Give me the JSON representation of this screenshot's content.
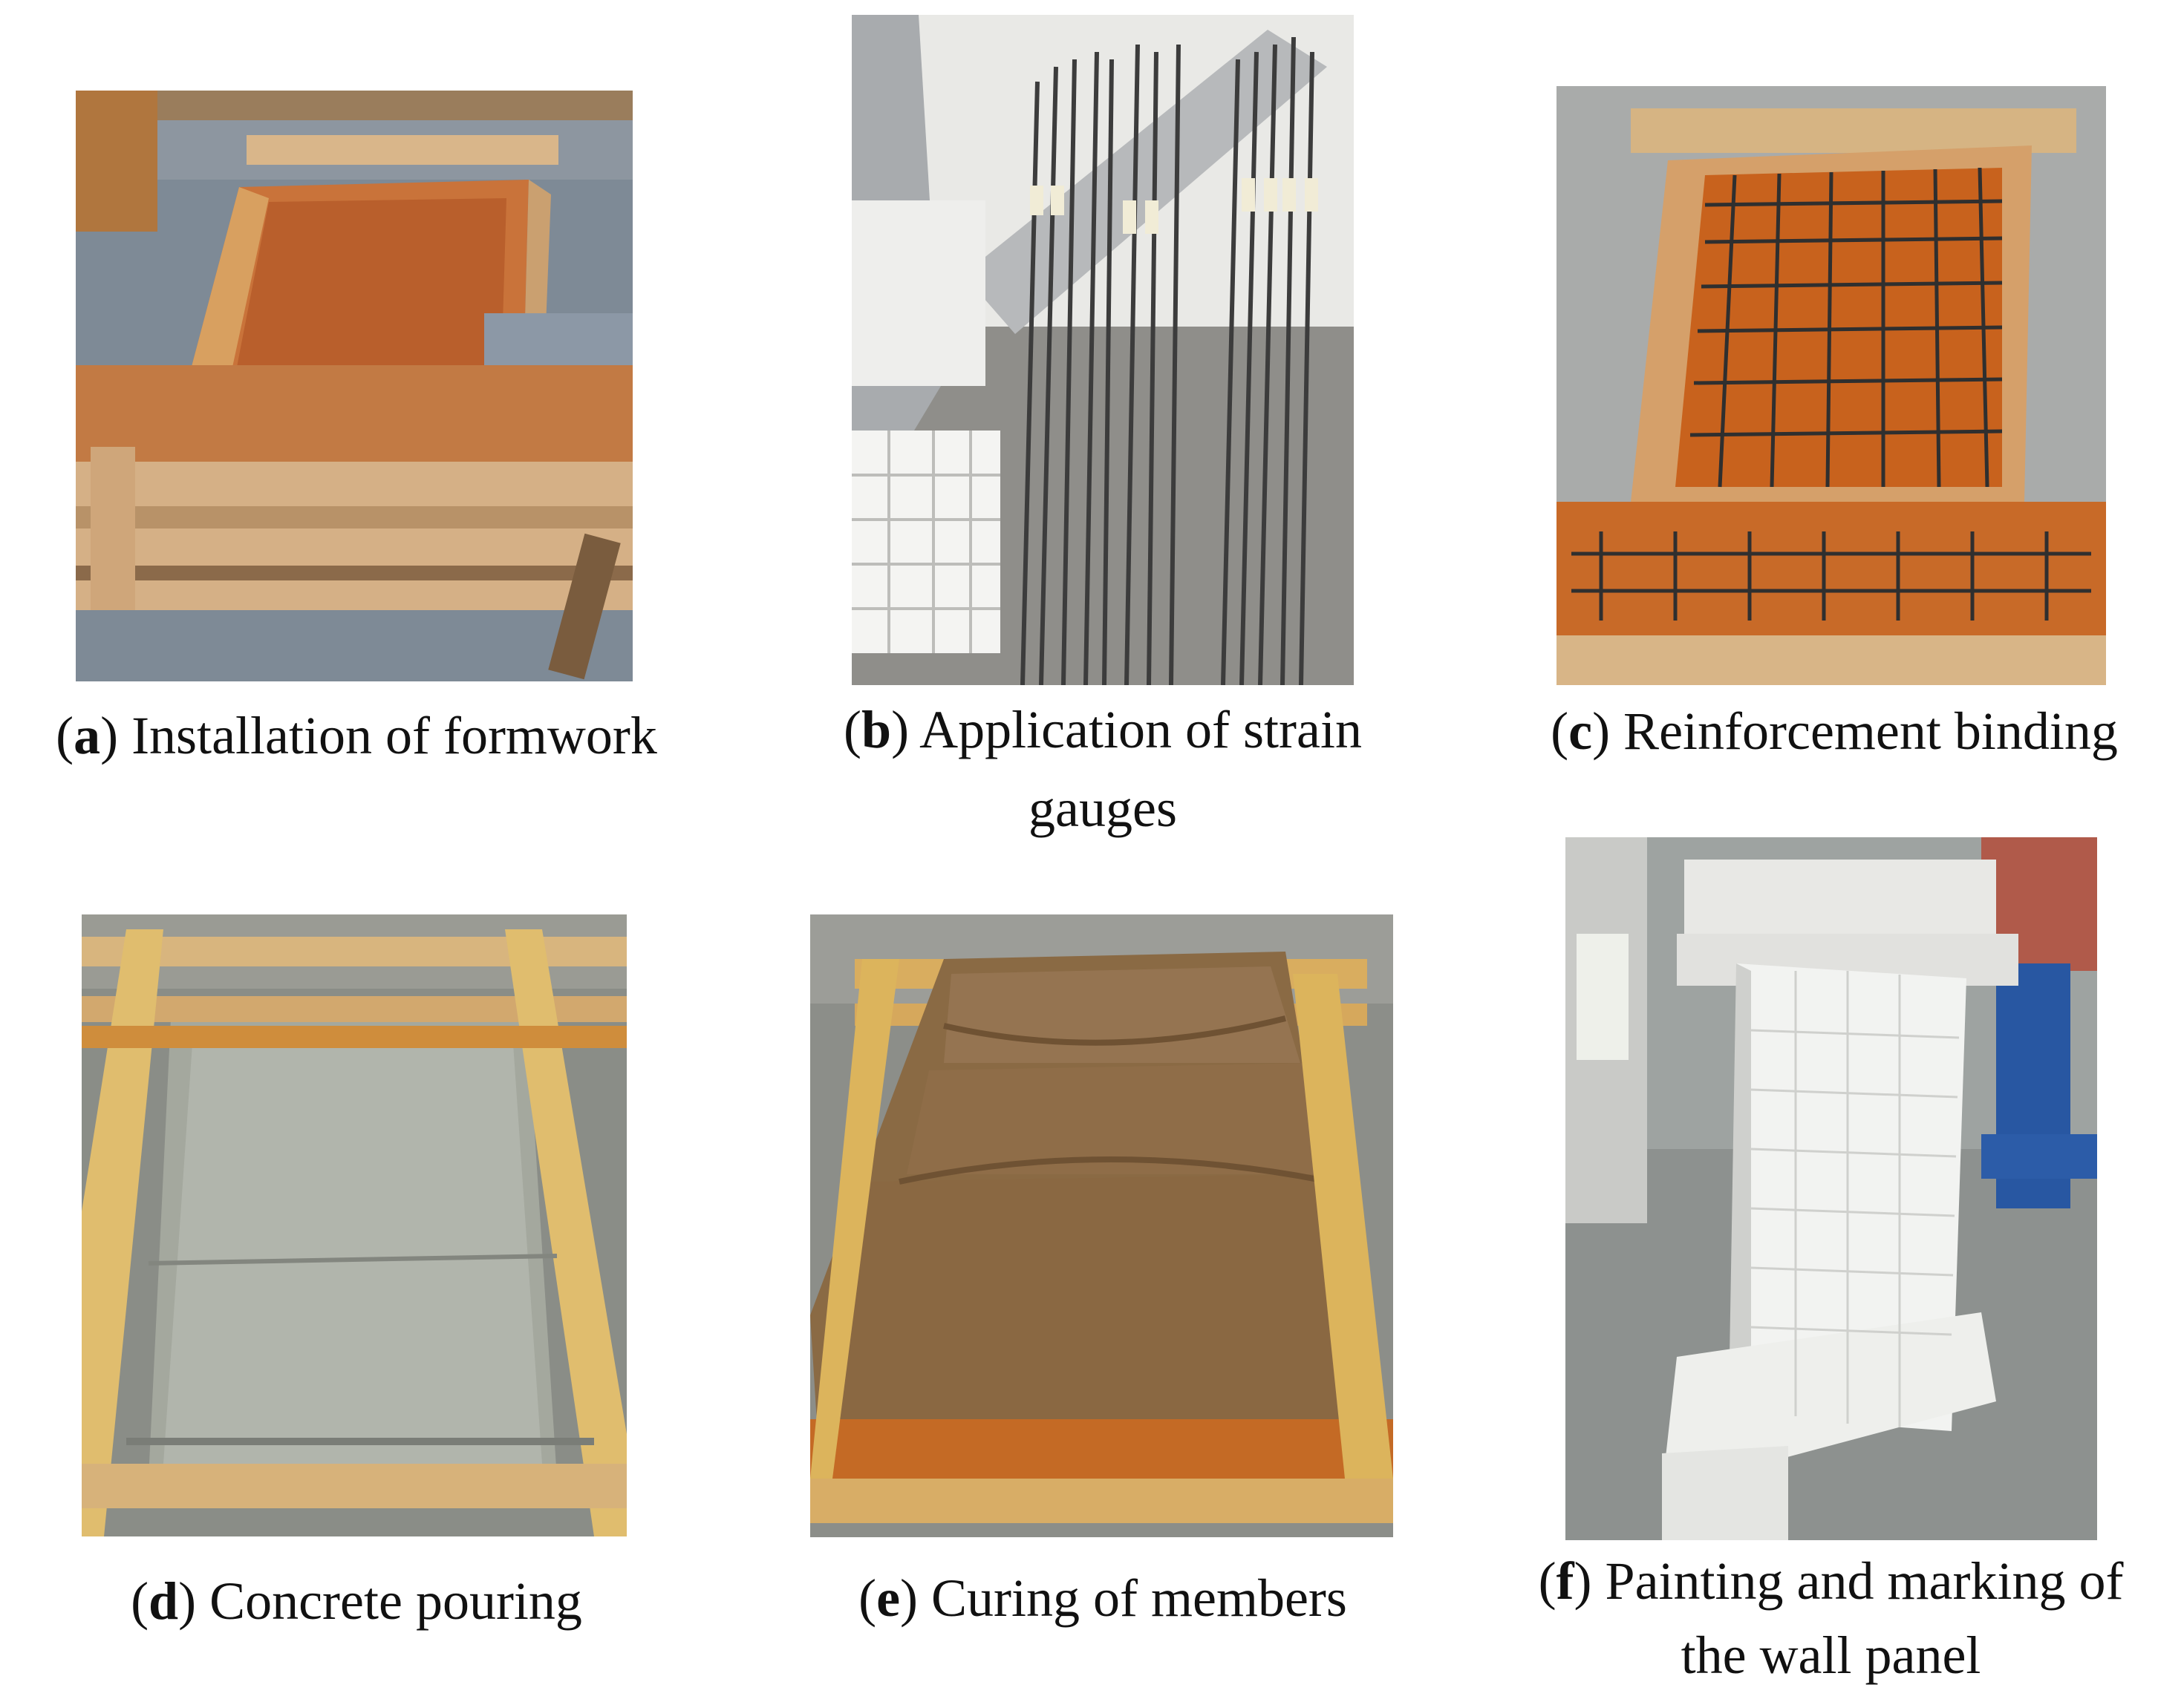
{
  "panels": [
    {
      "letter": "a",
      "caption": " Installation of formwork",
      "line2": ""
    },
    {
      "letter": "b",
      "caption": " Application of strain",
      "line2": "gauges"
    },
    {
      "letter": "c",
      "caption": " Reinforcement binding",
      "line2": ""
    },
    {
      "letter": "d",
      "caption": " Concrete pouring",
      "line2": ""
    },
    {
      "letter": "e",
      "caption": " Curing of members",
      "line2": ""
    },
    {
      "letter": "f",
      "caption": " Painting and marking of",
      "line2": "the wall panel"
    }
  ]
}
